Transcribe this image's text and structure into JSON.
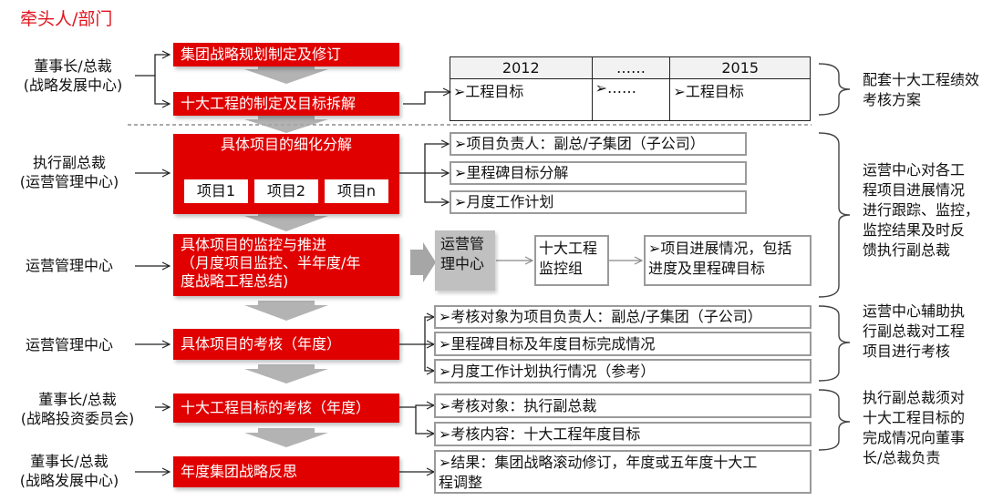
{
  "header": {
    "title": "牵头人/部门"
  },
  "owners": [
    {
      "line1": "董事长/总裁",
      "line2": "(战略发展中心)"
    },
    {
      "line1": "执行副总裁",
      "line2": "(运营管理中心)"
    },
    {
      "line1": "运营管理中心"
    },
    {
      "line1": "运营管理中心"
    },
    {
      "line1": "董事长/总裁",
      "line2": "(战略投资委员会)"
    },
    {
      "line1": "董事长/总裁",
      "line2": "(战略发展中心)"
    }
  ],
  "steps": [
    {
      "label": "集团战略规划制定及修订"
    },
    {
      "label": "十大工程的制定及目标拆解"
    },
    {
      "label": "具体项目的细化分解",
      "subitems": [
        "项目1",
        "项目2",
        "项目n"
      ]
    },
    {
      "line1": "具体项目的监控与推进",
      "line2": "（月度项目监控、半年度/年",
      "line3": "度战略工程总结)"
    },
    {
      "label": "具体项目的考核（年度）"
    },
    {
      "label": "十大工程目标的考核（年度）"
    },
    {
      "label": "年度集团战略反思"
    }
  ],
  "years_table": {
    "headers": [
      "2012",
      "……",
      "2015"
    ],
    "cells": [
      "➢工程目标",
      "➢……",
      "➢工程目标"
    ]
  },
  "decomposition_items": [
    "➢项目负责人：副总/子集团（子公司）",
    "➢里程碑目标分解",
    "➢月度工作计划"
  ],
  "monitoring": {
    "center": {
      "line1": "运营管",
      "line2": "理中心"
    },
    "group": {
      "line1": "十大工程",
      "line2": "监控组"
    },
    "result": {
      "line1": "➢项目进展情况，包括",
      "line2": "进度及里程碑目标"
    }
  },
  "project_assessment_items": [
    "➢考核对象为项目负责人：副总/子集团（子公司）",
    "➢里程碑目标及年度目标完成情况",
    "➢月度工作计划执行情况（参考）"
  ],
  "program_assessment_items": [
    "➢考核对象：执行副总裁",
    "➢考核内容：十大工程年度目标"
  ],
  "reflection_result": {
    "line1": "➢结果：集团战略滚动修订，年度或五年度十大工",
    "line2": "程调整"
  },
  "notes": [
    {
      "lines": [
        "配套十大工程绩效",
        "考核方案"
      ]
    },
    {
      "lines": [
        "运营中心对各工",
        "程项目进展情况",
        "进行跟踪、监控，",
        "监控结果及时反",
        "馈执行副总裁"
      ]
    },
    {
      "lines": [
        "运营中心辅助执",
        "行副总裁对工程",
        "项目进行考核"
      ]
    },
    {
      "lines": [
        "执行副总裁须对",
        "十大工程目标的",
        "完成情况向董事",
        "长/总裁负责"
      ]
    }
  ],
  "colors": {
    "accent_red": "#e00000",
    "title_red": "#e0141e",
    "connector_gray": "#9a9a9a",
    "arrow_gray": "#a6a6a6"
  }
}
